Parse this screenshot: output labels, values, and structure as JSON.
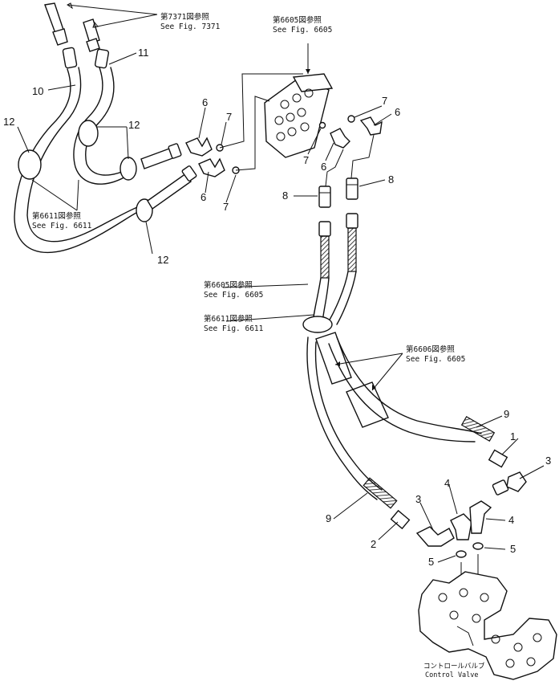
{
  "callouts": {
    "c1": "1",
    "c2": "2",
    "c3a": "3",
    "c3b": "3",
    "c4a": "4",
    "c4b": "4",
    "c5a": "5",
    "c5b": "5",
    "c6a": "6",
    "c6b": "6",
    "c6c": "6",
    "c6d": "6",
    "c7a": "7",
    "c7b": "7",
    "c7c": "7",
    "c7d": "7",
    "c8a": "8",
    "c8b": "8",
    "c9a": "9",
    "c9b": "9",
    "c10": "10",
    "c11": "11",
    "c12a": "12",
    "c12b": "12",
    "c12c": "12"
  },
  "references": {
    "fig7371": {
      "jp": "第7371図参照",
      "en": "See Fig. 7371"
    },
    "fig6605_top": {
      "jp": "第6605図参照",
      "en": "See Fig. 6605"
    },
    "fig6611_left": {
      "jp": "第6611図参照",
      "en": "See Fig. 6611"
    },
    "fig6605_mid": {
      "jp": "第6605図参照",
      "en": "See Fig. 6605"
    },
    "fig6611_mid": {
      "jp": "第6611図参照",
      "en": "See Fig. 6611"
    },
    "fig6606": {
      "jp": "第6606図参照",
      "en": "See Fig. 6605"
    }
  },
  "control_valve": {
    "jp": "コントロールバルブ",
    "en": "Control Valve"
  }
}
